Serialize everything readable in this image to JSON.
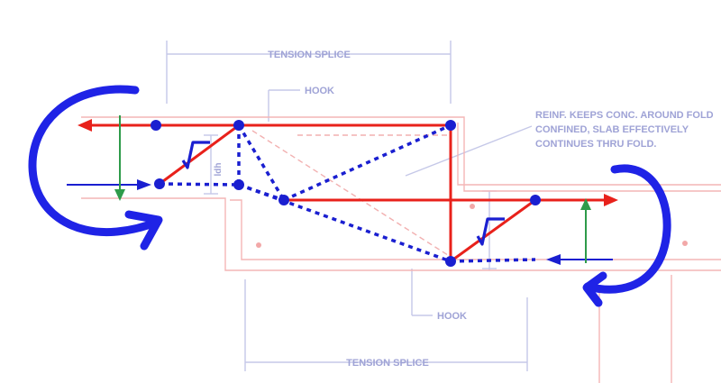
{
  "labels": {
    "tension_splice_top": "TENSION SPLICE",
    "tension_splice_bottom": "TENSION SPLICE",
    "hook_top": "HOOK",
    "hook_bottom": "HOOK",
    "ldh": "ldh",
    "note_line1": "REINF. KEEPS CONC. AROUND FOLD",
    "note_line2": "CONFINED, SLAB EFFECTIVELY",
    "note_line3": "CONTINUES THRU FOLD.",
    "sqrt_left": "√",
    "sqrt_right": "√"
  },
  "colors": {
    "tension": "#e8211b",
    "compression": "#1a1fd0",
    "reaction": "#2e9b4a",
    "moment": "#1f23e6",
    "background_drawing": "#c5c8e8"
  }
}
